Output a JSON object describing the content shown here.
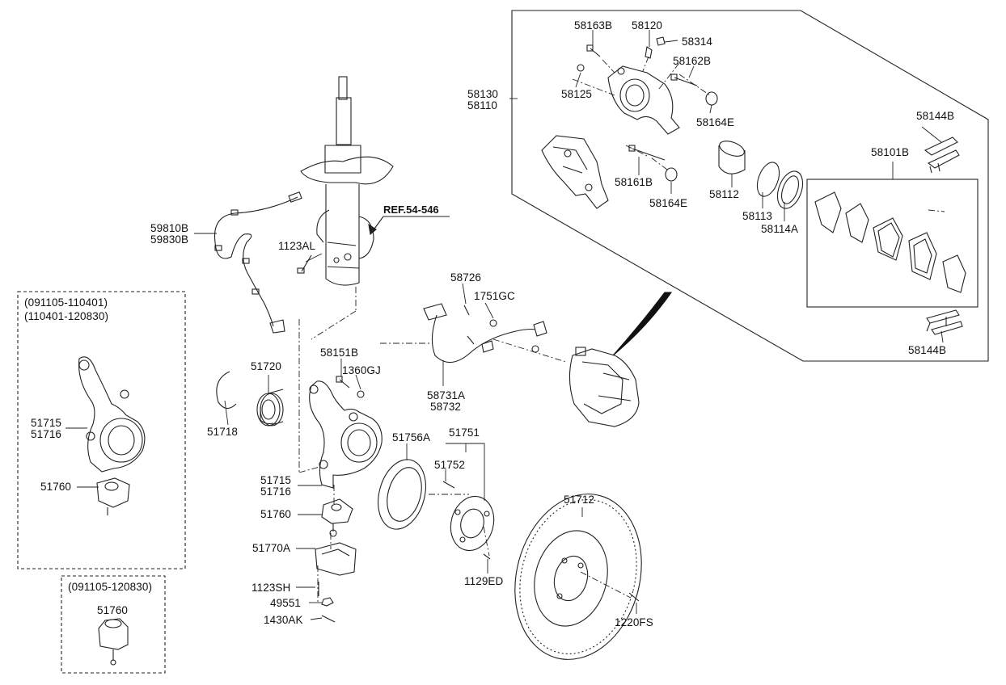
{
  "variant_boxes": {
    "knuckle_variant": {
      "range1": "(091105-110401)",
      "range2": "(110401-120830)"
    },
    "balljoint_variant": {
      "range": "(091105-120830)"
    }
  },
  "reference": {
    "label": "REF.54-546"
  },
  "parts": {
    "p58163B": "58163B",
    "p58120": "58120",
    "p58314": "58314",
    "p58162B": "58162B",
    "p58130": "58130",
    "p58110": "58110",
    "p58125": "58125",
    "p58164E_a": "58164E",
    "p58144B_a": "58144B",
    "p58101B": "58101B",
    "p58161B": "58161B",
    "p58112": "58112",
    "p58164E_b": "58164E",
    "p58113": "58113",
    "p58114A": "58114A",
    "p58144B_b": "58144B",
    "p59810B": "59810B",
    "p59830B": "59830B",
    "p1123AL": "1123AL",
    "p58726": "58726",
    "p1751GC": "1751GC",
    "p58731A": "58731A",
    "p58732": "58732",
    "p58151B": "58151B",
    "p1360GJ": "1360GJ",
    "p51720": "51720",
    "p51718": "51718",
    "p51715_a": "51715",
    "p51716_a": "51716",
    "p51760_a": "51760",
    "p51715_b": "51715",
    "p51716_b": "51716",
    "p51760_b": "51760",
    "p51770A": "51770A",
    "p1123SH": "1123SH",
    "p49551": "49551",
    "p1430AK": "1430AK",
    "p51756A": "51756A",
    "p51751": "51751",
    "p51752": "51752",
    "p1129ED": "1129ED",
    "p51712": "51712",
    "p1220FS": "1220FS",
    "p51760_c": "51760"
  }
}
